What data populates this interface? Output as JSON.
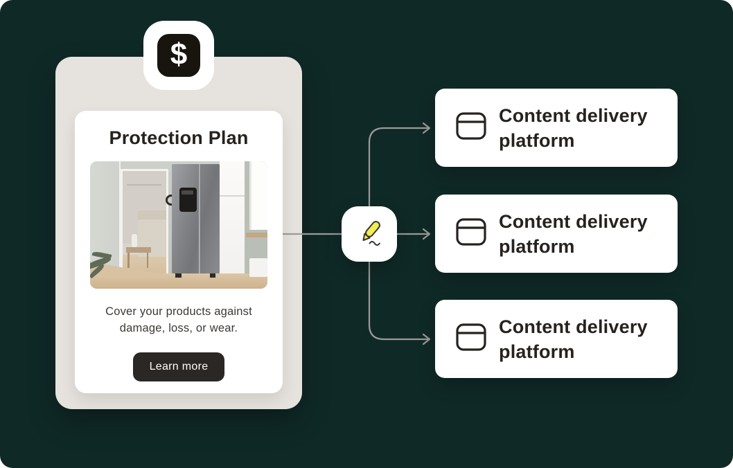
{
  "logo": {
    "symbol": "$"
  },
  "protection_card": {
    "title": "Protection Plan",
    "image_description": "Stainless steel side-by-side refrigerator in a bright modern home, living room visible through a doorway",
    "description": "Cover your products against damage, loss, or wear.",
    "button_label": "Learn more"
  },
  "connector_node": {
    "icon": "pencil-scribble-icon"
  },
  "platform_cards": [
    {
      "icon": "content-card-icon",
      "label": "Content delivery platform"
    },
    {
      "icon": "content-card-icon",
      "label": "Content delivery platform"
    },
    {
      "icon": "content-card-icon",
      "label": "Content delivery platform"
    }
  ],
  "colors": {
    "background": "#0f2927",
    "panel_beige": "#e6e2dd",
    "card_white": "#ffffff",
    "ink_black": "#26221f",
    "accent_yellow": "#f2ec55",
    "connector_gray": "#9b9b98"
  }
}
